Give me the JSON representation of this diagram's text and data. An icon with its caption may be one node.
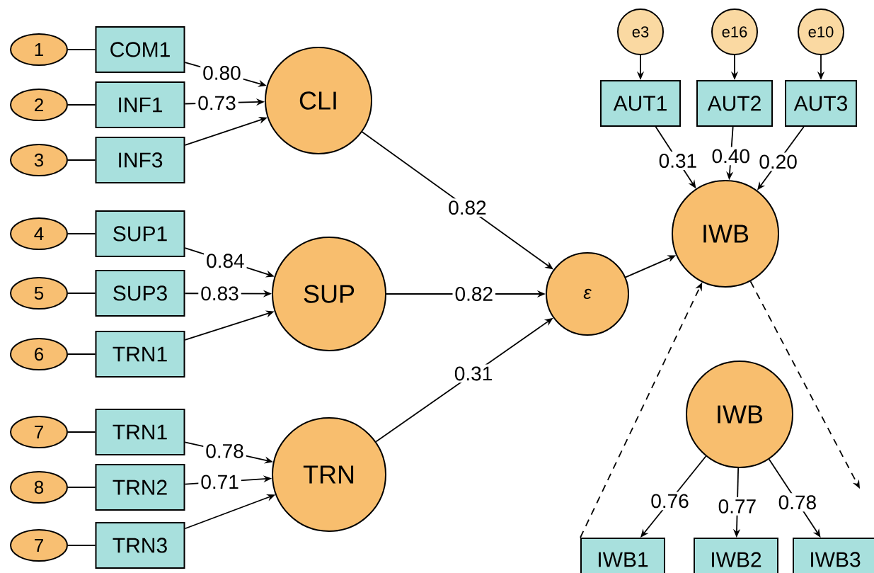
{
  "diagram": {
    "nodes": [
      {
        "text": [
          "1"
        ]
      },
      {
        "text": [
          "2"
        ]
      },
      {
        "text": [
          "3"
        ]
      },
      {
        "text": [
          "4"
        ]
      },
      {
        "text": [
          "5"
        ]
      },
      {
        "text": [
          "6"
        ]
      },
      {
        "text": [
          "7"
        ]
      },
      {
        "text": [
          "8"
        ]
      },
      {
        "text": [
          "7"
        ]
      },
      {
        "text": [
          "COM1"
        ]
      },
      {
        "text": [
          "INF1"
        ]
      },
      {
        "text": [
          "INF3"
        ]
      },
      {
        "text": [
          "SUP1"
        ]
      },
      {
        "text": [
          "SUP3"
        ]
      },
      {
        "text": [
          "TRN1"
        ]
      },
      {
        "text": [
          "TRN1"
        ]
      },
      {
        "text": [
          "TRN2"
        ]
      },
      {
        "text": [
          "TRN3"
        ]
      },
      {
        "text": [
          "CLI"
        ]
      },
      {
        "text": [
          "SUP"
        ]
      },
      {
        "text": [
          "TRN"
        ]
      },
      {
        "text": [
          "ε"
        ]
      },
      {
        "text": [
          "IWB"
        ]
      },
      {
        "text": [
          "e3"
        ]
      },
      {
        "text": [
          "e16"
        ]
      },
      {
        "text": [
          "e10"
        ]
      },
      {
        "text": [
          "AUT1"
        ]
      },
      {
        "text": [
          "AUT2"
        ]
      },
      {
        "text": [
          "AUT3"
        ]
      },
      {
        "text": [
          "IWB"
        ]
      },
      {
        "text": [
          "IWB1"
        ]
      },
      {
        "text": [
          "IWB2"
        ]
      },
      {
        "text": [
          "IWB3"
        ]
      }
    ],
    "edges": [
      {
        "from": 0,
        "to": 9,
        "arrow": "none"
      },
      {
        "from": 1,
        "to": 10,
        "arrow": "none"
      },
      {
        "from": 2,
        "to": 11,
        "arrow": "none"
      },
      {
        "from": 3,
        "to": 12,
        "arrow": "none"
      },
      {
        "from": 4,
        "to": 13,
        "arrow": "none"
      },
      {
        "from": 5,
        "to": 14,
        "arrow": "none"
      },
      {
        "from": 6,
        "to": 15,
        "arrow": "none"
      },
      {
        "from": 7,
        "to": 16,
        "arrow": "none"
      },
      {
        "from": 8,
        "to": 17,
        "arrow": "none"
      },
      {
        "from": 9,
        "to": 18,
        "arrow": "to",
        "label": "0.80"
      },
      {
        "from": 10,
        "to": 18,
        "arrow": "to",
        "label": "0.73"
      },
      {
        "from": 11,
        "to": 18,
        "arrow": "to"
      },
      {
        "from": 12,
        "to": 19,
        "arrow": "to",
        "label": "0.84"
      },
      {
        "from": 13,
        "to": 19,
        "arrow": "to",
        "label": "0.83"
      },
      {
        "from": 14,
        "to": 19,
        "arrow": "to"
      },
      {
        "from": 15,
        "to": 20,
        "arrow": "to",
        "label": "0.78"
      },
      {
        "from": 16,
        "to": 20,
        "arrow": "to",
        "label": "0.71"
      },
      {
        "from": 17,
        "to": 20,
        "arrow": "to"
      },
      {
        "from": 18,
        "to": 21,
        "arrow": "to",
        "label": "0.82"
      },
      {
        "from": 19,
        "to": 21,
        "arrow": "to",
        "label": "0.82"
      },
      {
        "from": 20,
        "to": 21,
        "arrow": "to",
        "label": "0.31"
      },
      {
        "from": 21,
        "to": 22,
        "arrow": "to"
      },
      {
        "from": 23,
        "to": 26,
        "arrow": "to"
      },
      {
        "from": 24,
        "to": 27,
        "arrow": "to"
      },
      {
        "from": 25,
        "to": 28,
        "arrow": "to"
      },
      {
        "from": 26,
        "to": 22,
        "arrow": "to",
        "label": "0.31"
      },
      {
        "from": 27,
        "to": 22,
        "arrow": "to",
        "label": "0.40"
      },
      {
        "from": 28,
        "to": 22,
        "arrow": "to",
        "label": "0.20"
      },
      {
        "from": 30,
        "to": 22,
        "arrow": "to",
        "style": "dashed"
      },
      {
        "from": 22,
        "to": null,
        "arrow": "to",
        "style": "dashed"
      },
      {
        "from": 29,
        "to": 30,
        "arrow": "to",
        "label": "0.76"
      },
      {
        "from": 29,
        "to": 31,
        "arrow": "to",
        "label": "0.77"
      },
      {
        "from": 29,
        "to": 32,
        "arrow": "to",
        "label": "0.78"
      }
    ]
  }
}
